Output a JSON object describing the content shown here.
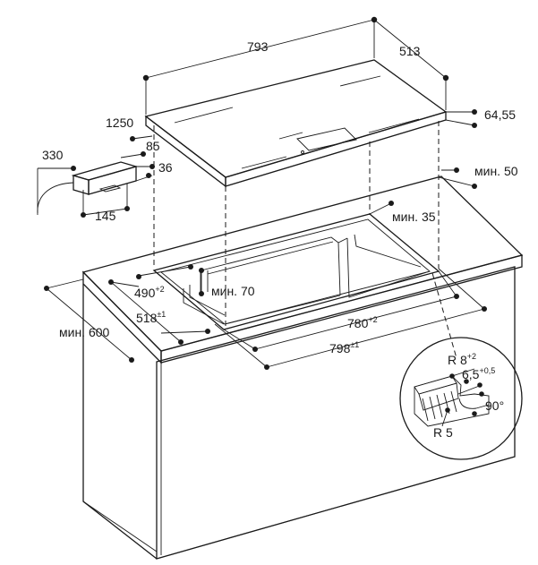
{
  "labels": {
    "width_793": "793",
    "depth_513": "513",
    "cable_1250": "1250",
    "box_330": "330",
    "box_85": "85",
    "box_36": "36",
    "box_145": "145",
    "height_6455": "64,55",
    "min50": "мин. 50",
    "min35": "мин. 35",
    "cut_490": "490",
    "cut_490_tol": "+2",
    "min70": "мин. 70",
    "cut_518": "518",
    "cut_518_tol": "±1",
    "cut_780": "780",
    "cut_780_tol": "+2",
    "min600": "мин. 600",
    "cut_798": "798",
    "cut_798_tol": "±1",
    "r8": "R 8",
    "r8_tol": "+2",
    "d65": "6,5",
    "d65_tol": "+0,5",
    "ang90": "90°",
    "r5": "R 5"
  }
}
